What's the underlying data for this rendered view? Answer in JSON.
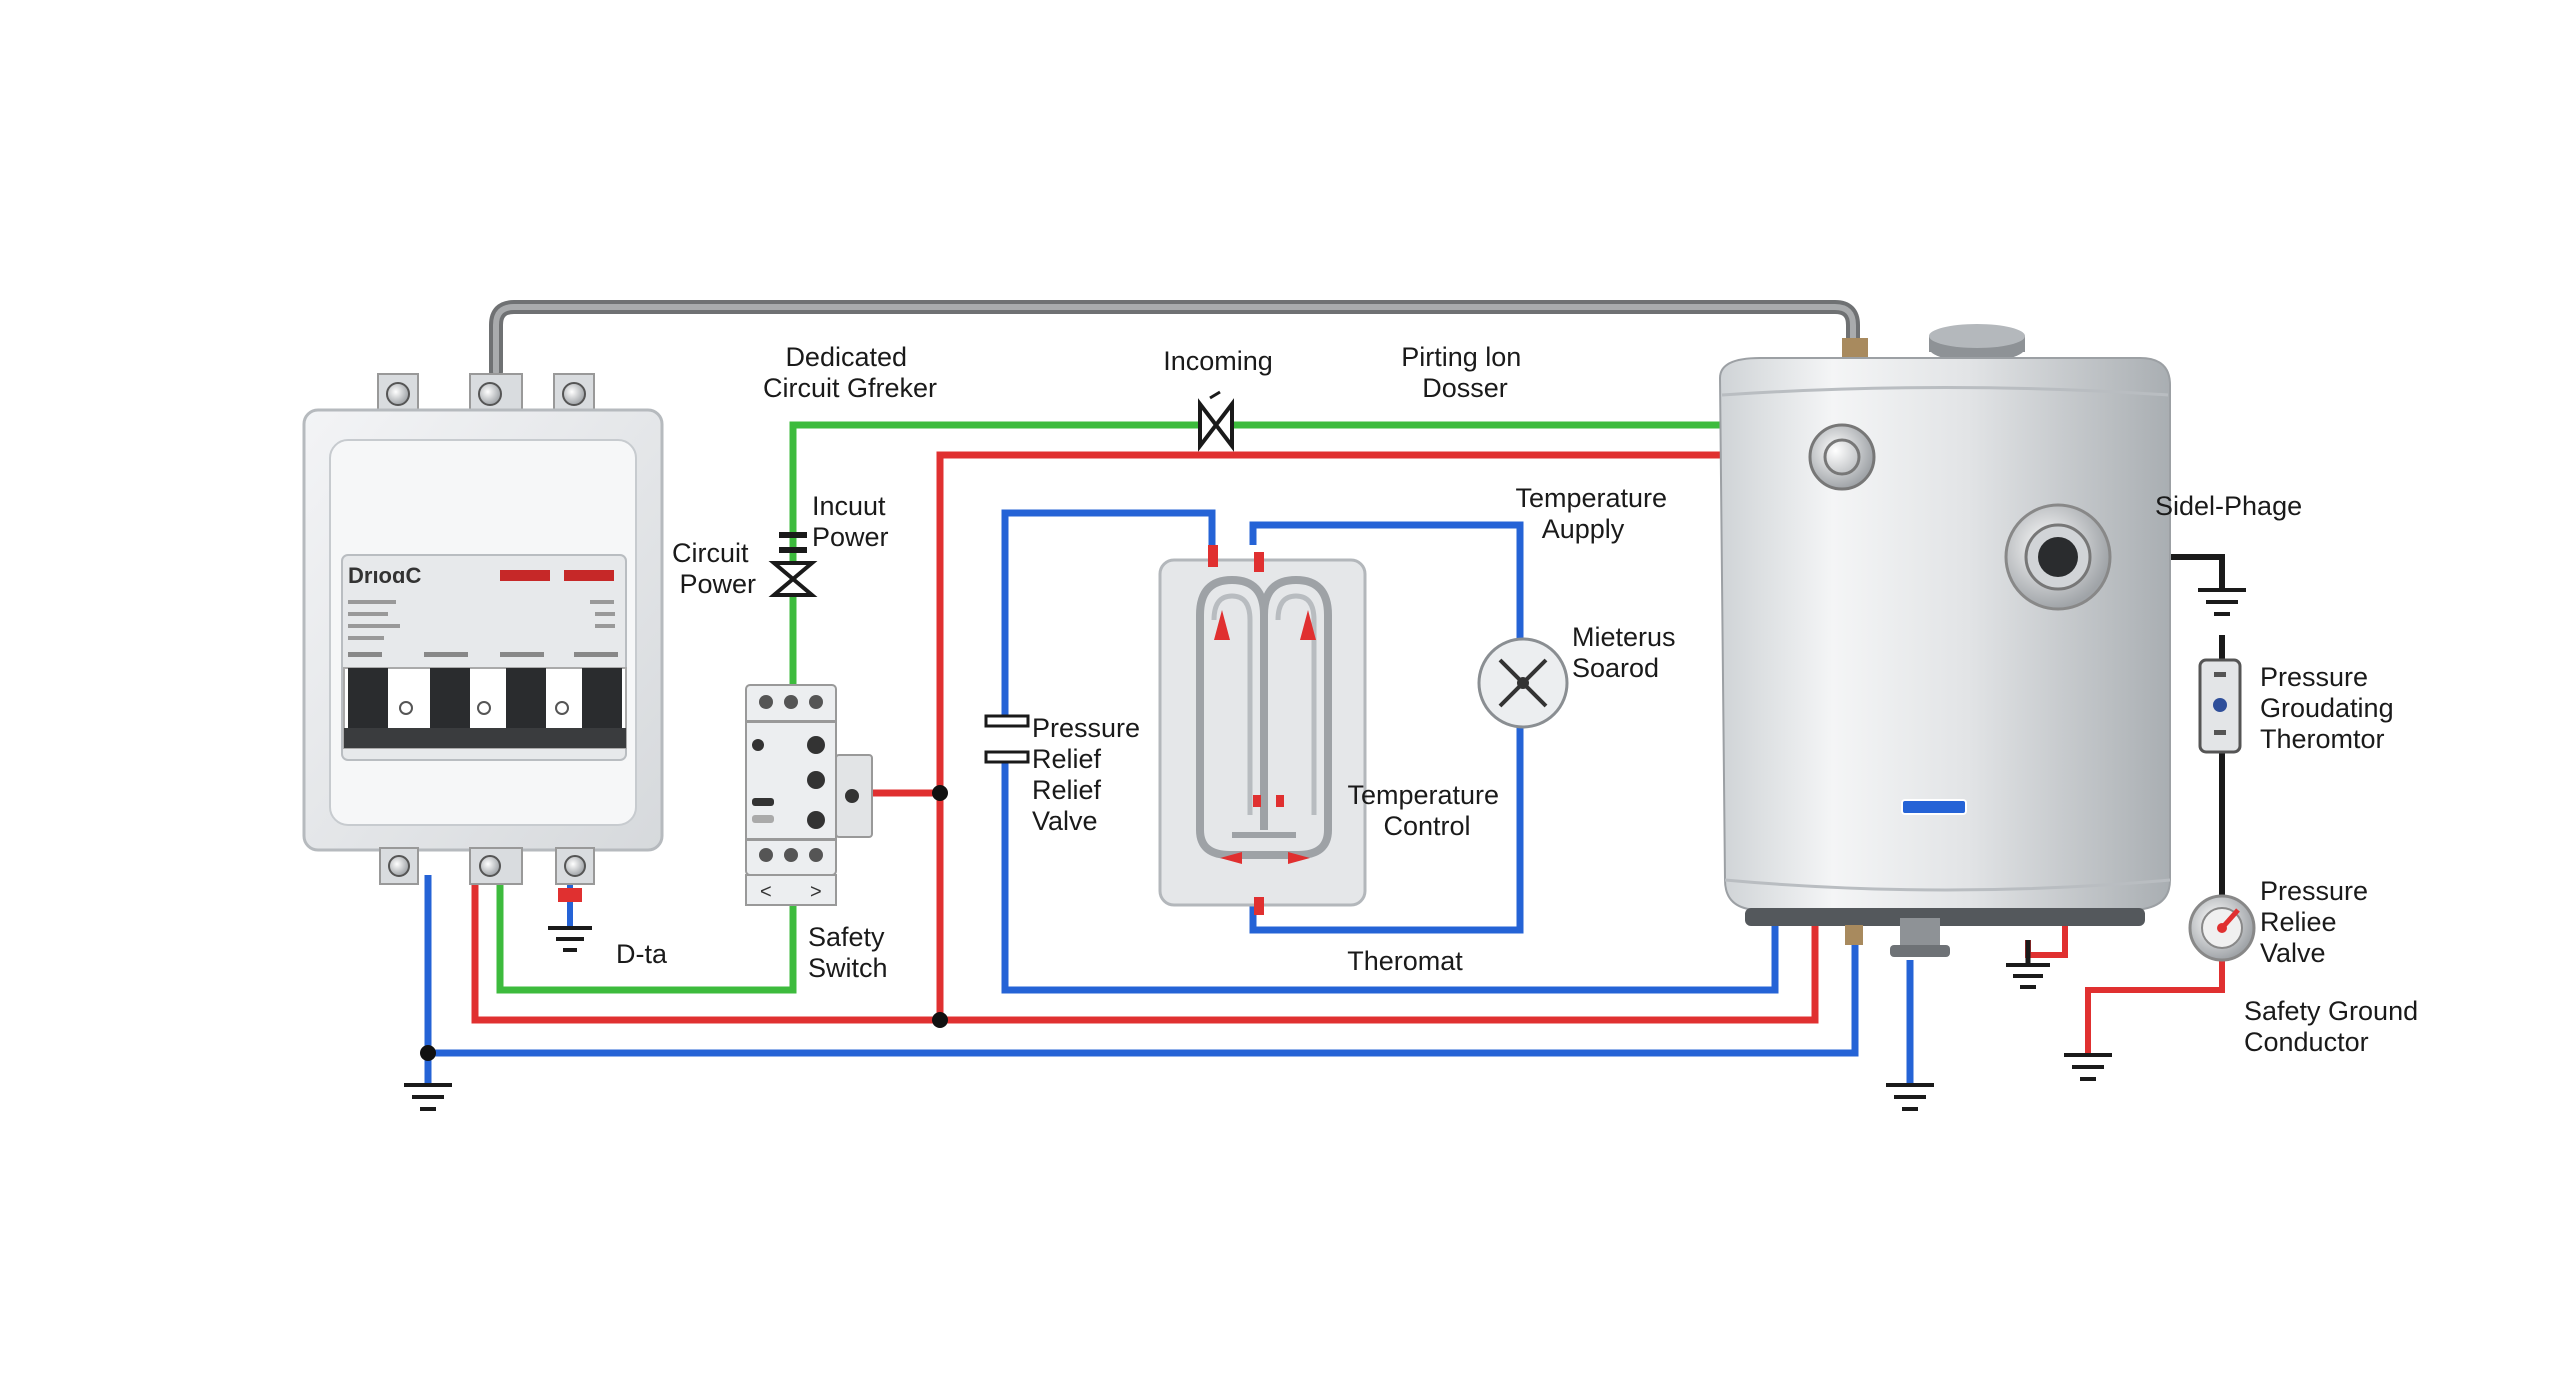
{
  "panel": {
    "brand": "DrıoɑC"
  },
  "labels": {
    "dedicated_circuit": [
      "Dedicated",
      "Circuit Gfreker"
    ],
    "incoming": [
      "Incoming"
    ],
    "piping": [
      "Pirting lon",
      "Dosser"
    ],
    "temp_supply": [
      "Temperature",
      "Aupply"
    ],
    "single_phase": [
      "Sidel-Phage"
    ],
    "incut_power": [
      "Incuut",
      "Power"
    ],
    "circuit_power": [
      "Circuit",
      "Power"
    ],
    "pressure_relief_left": [
      "Pressure",
      "Relief",
      "Relief",
      "Valve"
    ],
    "mieterus": [
      "Mieterus",
      "Soarod"
    ],
    "temperature_control": [
      "Temperature",
      "Control"
    ],
    "pressure_grounding": [
      "Pressure",
      "Groudating",
      "Theromtor"
    ],
    "pressure_reliee": [
      "Pressure",
      "Reliee",
      "Valve"
    ],
    "safety_ground": [
      "Safety Ground",
      "Conductor"
    ],
    "safety_switch": [
      "Safety",
      "Switch"
    ],
    "d_ta": [
      "D-ta"
    ],
    "theromat": [
      "Theromat"
    ]
  },
  "colors": {
    "live": "#e03030",
    "neutral": "#2563d6",
    "green": "#3dbb3d",
    "gray_pipe": "#7a7a7a",
    "black": "#1a1a1a"
  }
}
